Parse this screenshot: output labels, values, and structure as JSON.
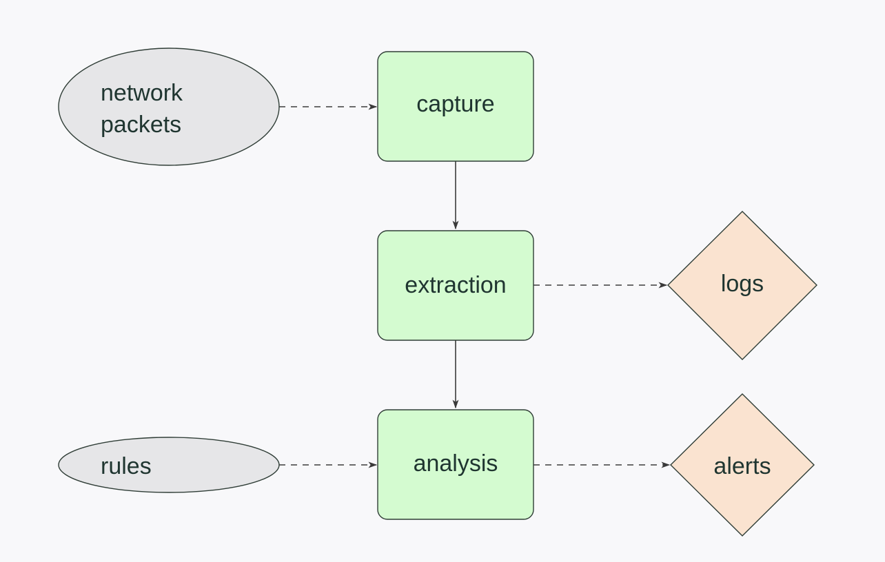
{
  "colors": {
    "background": "#f8f8fa",
    "process_fill": "#d4fbd0",
    "source_fill": "#e6e6e8",
    "output_fill": "#fae3d0",
    "stroke": "#2f3d36",
    "text": "#1f3530"
  },
  "nodes": {
    "network_packets": {
      "line1": "network",
      "line2": "packets",
      "shape": "ellipse"
    },
    "capture": {
      "label": "capture",
      "shape": "rounded-rectangle"
    },
    "extraction": {
      "label": "extraction",
      "shape": "rounded-rectangle"
    },
    "analysis": {
      "label": "analysis",
      "shape": "rounded-rectangle"
    },
    "rules": {
      "label": "rules",
      "shape": "ellipse"
    },
    "logs": {
      "label": "logs",
      "shape": "diamond"
    },
    "alerts": {
      "label": "alerts",
      "shape": "diamond"
    }
  },
  "edges": [
    {
      "from": "network_packets",
      "to": "capture",
      "style": "dashed"
    },
    {
      "from": "capture",
      "to": "extraction",
      "style": "solid"
    },
    {
      "from": "extraction",
      "to": "analysis",
      "style": "solid"
    },
    {
      "from": "extraction",
      "to": "logs",
      "style": "dashed"
    },
    {
      "from": "rules",
      "to": "analysis",
      "style": "dashed"
    },
    {
      "from": "analysis",
      "to": "alerts",
      "style": "dashed"
    }
  ]
}
